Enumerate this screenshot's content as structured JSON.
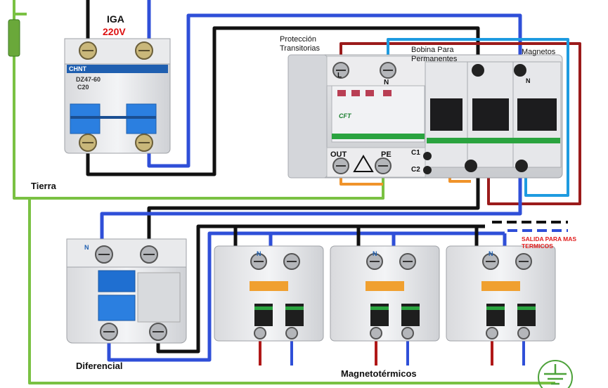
{
  "labels": {
    "iga": "IGA",
    "voltage": "220V",
    "tierra": "Tierra",
    "proteccion": "Protección",
    "transitorias": "Transitorias",
    "bobina_line1": "Bobina Para",
    "bobina_line2": "Permanentes",
    "magnetos": "Magnetos",
    "diferencial": "Diferencial",
    "magnetotermicos": "Magnetotérmicos",
    "salida_line1": "SALIDA PARA MAS",
    "salida_line2": "TERMICOS"
  },
  "iga_breaker": {
    "brand": "CHNT",
    "model": "DZ47-60",
    "rating": "C20"
  },
  "surge_protector": {
    "brand": "CFT",
    "terminal_l": "L",
    "terminal_n": "N",
    "terminal_out": "OUT",
    "terminal_pe": "PE",
    "terminal_c1": "C1",
    "terminal_c2": "C2",
    "terminal_n2": "N"
  },
  "diferencial_device": {
    "terminal_n": "N"
  },
  "breakers": [
    {
      "terminal_n": "N"
    },
    {
      "terminal_n": "N"
    },
    {
      "terminal_n": "N"
    }
  ],
  "colors": {
    "live_black": "#111111",
    "neutral_blue": "#2f4fd8",
    "earth_green": "#7ac143",
    "protection_red": "#9b1b1b",
    "surge_cable": "#1e9be0",
    "pe_orange": "#f0932b"
  }
}
